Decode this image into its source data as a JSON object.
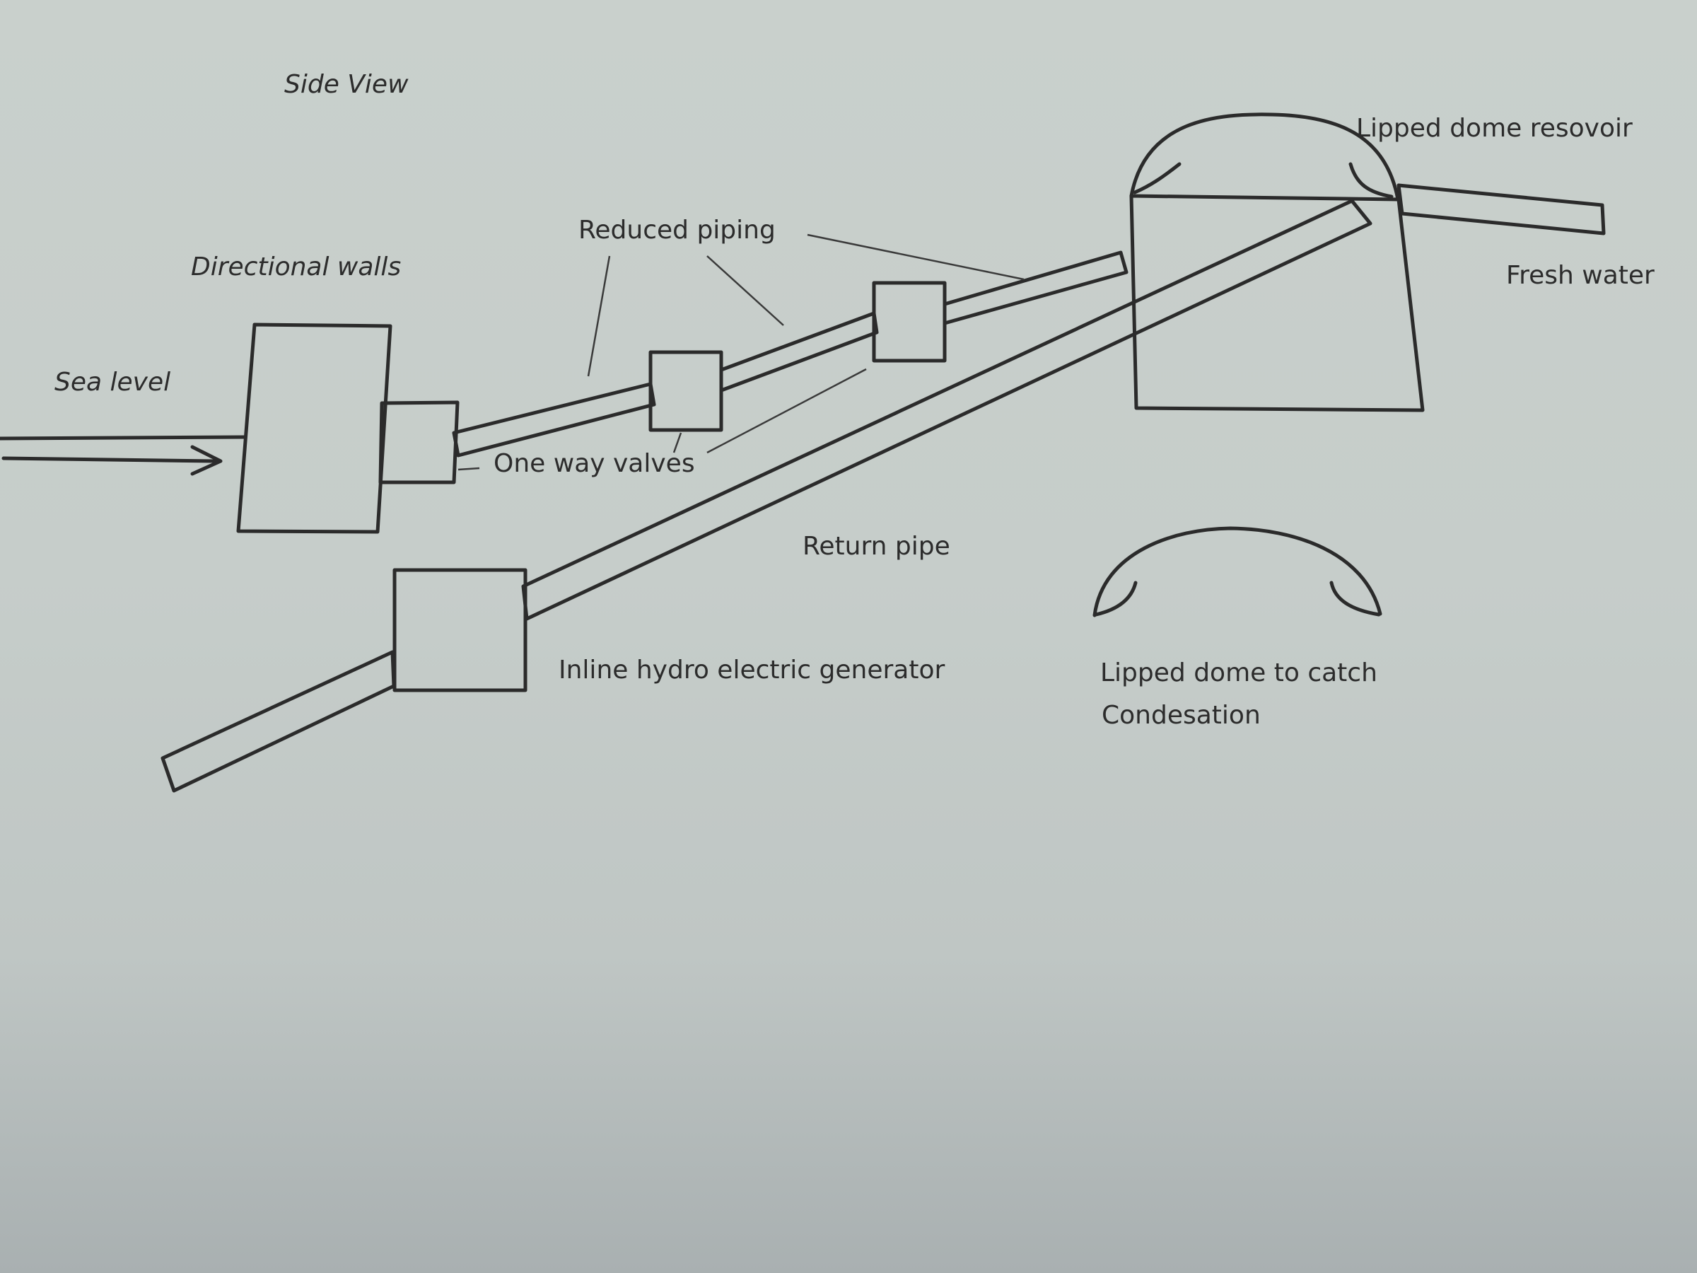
{
  "labels": {
    "side_view": "Side View",
    "directional_walls": "Directional walls",
    "sea_level": "Sea level",
    "reduced_piping": "Reduced piping",
    "one_way_valves": "One way valves",
    "return_pipe": "Return pipe",
    "inline_generator": "Inline hydro electric generator",
    "lipped_dome_reservoir": "Lipped dome resovoir",
    "fresh_water": "Fresh water",
    "lipped_dome_catch_line1": "Lipped dome to catch",
    "lipped_dome_catch_line2": "Condesation"
  },
  "colors": {
    "paper": "#c7cecb",
    "ink": "#2b2b2b"
  }
}
